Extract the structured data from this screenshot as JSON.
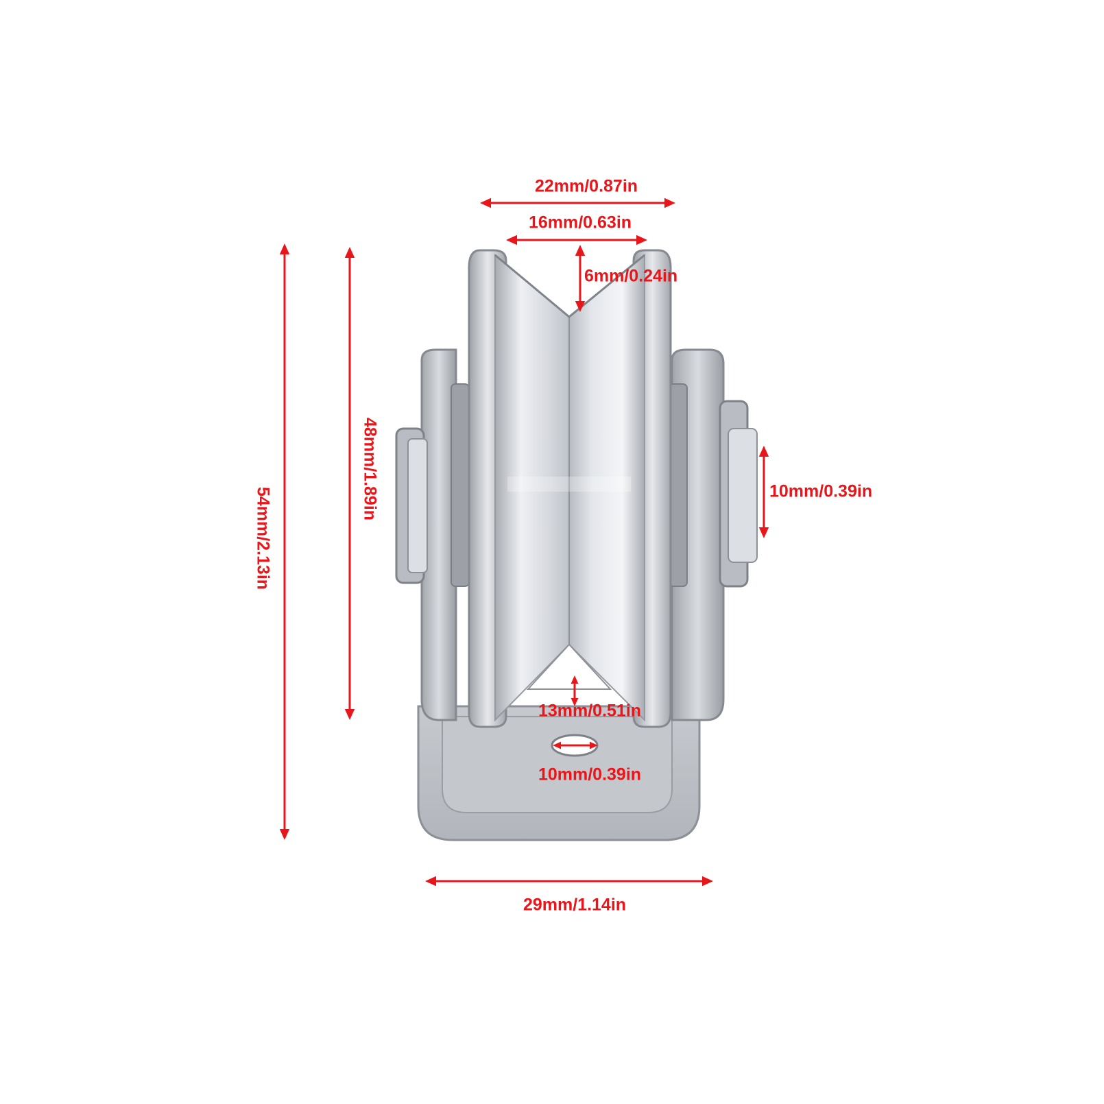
{
  "colors": {
    "annotation": "#e8161b",
    "steel_light": "#f4f5f7",
    "steel_mid": "#c9ccd1",
    "steel_dark": "#8d9197",
    "background": "#ffffff"
  },
  "product": {
    "icon": "v-groove-pulley-wheel-with-bracket-icon"
  },
  "dimensions": {
    "outer_width": "22mm/0.87in",
    "groove_width": "16mm/0.63in",
    "groove_depth": "6mm/0.24in",
    "total_height": "54mm/2.13in",
    "wheel_diameter": "48mm/1.89in",
    "axle_diameter": "10mm/0.39in",
    "bracket_clearance": "13mm/0.51in",
    "mount_hole": "10mm/0.39in",
    "bracket_width": "29mm/1.14in"
  }
}
